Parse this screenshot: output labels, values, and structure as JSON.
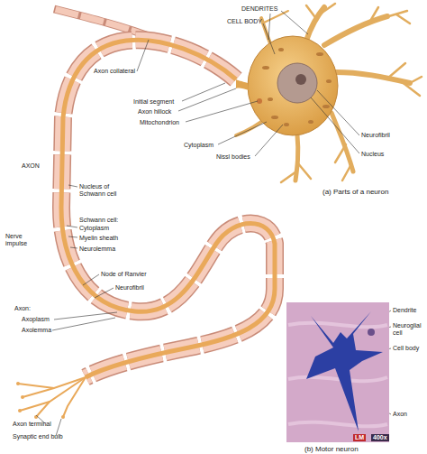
{
  "diagram": {
    "labels": [
      "DENDRITES",
      "CELL BODY",
      "Axon collateral",
      "Initial segment",
      "Axon hillock",
      "Mitochondrion",
      "Neurofibril",
      "Nucleus",
      "Cytoplasm",
      "Nissl bodies",
      "(a) Parts of a neuron",
      "AXON",
      "Nucleus of Schwann cell",
      "Schwann cell:",
      "Cytoplasm",
      "Myelin sheath",
      "Neurolemma",
      "Nerve impulse",
      "Node of Ranvier",
      "Neurofibril",
      "Axon:",
      "Axoplasm",
      "Axolemma",
      "Axon terminal",
      "Synaptic end bulb",
      "Dendrite",
      "Neuroglial cell",
      "Cell body",
      "Axon",
      "LM",
      "400x",
      "(b) Motor neuron"
    ]
  }
}
